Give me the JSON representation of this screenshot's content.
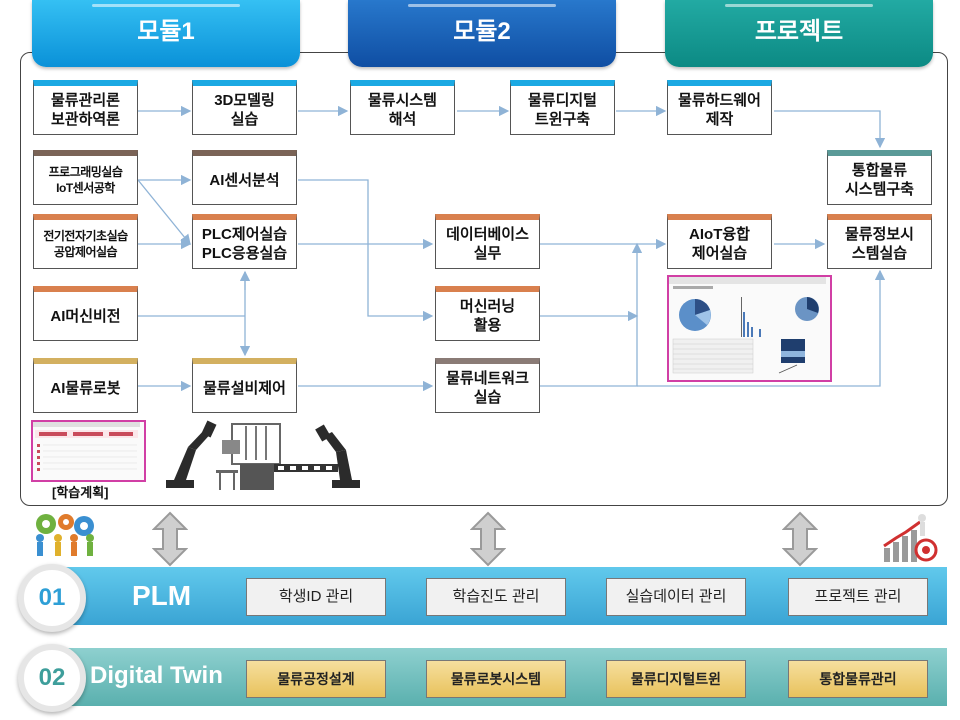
{
  "headers": {
    "module1": "모듈1",
    "module2": "모듈2",
    "project": "프로젝트"
  },
  "nodes": {
    "logistics_theory": "물류관리론\n보관하역론",
    "modeling_3d": "3D모델링\n실습",
    "logistics_system_analysis": "물류시스템\n해석",
    "logistics_digital_twin": "물류디지털\n트윈구축",
    "logistics_hardware": "물류하드웨어\n제작",
    "programming_iot": "프로그래밍실습\nIoT센서공학",
    "ai_sensor": "AI센서분석",
    "integrated_logistics": "통합물류\n시스템구축",
    "electric_control": "전기전자기초실습\n공압제어실습",
    "plc_control": "PLC제어실습\nPLC응용실습",
    "database": "데이터베이스\n실무",
    "aiot_fusion": "AIoT융합\n제어실습",
    "logistics_info": "물류정보시\n스템실습",
    "ai_vision": "AI머신비전",
    "machine_learning": "머신러닝\n활용",
    "ai_robot": "AI물류로봇",
    "logistics_equipment": "물류설비제어",
    "logistics_network": "물류네트워크\n실습"
  },
  "caption": "[학습계획]",
  "plm": {
    "number": "01",
    "title": "PLM",
    "items": [
      "학생ID 관리",
      "학습진도 관리",
      "실습데이터 관리",
      "프로젝트 관리"
    ]
  },
  "digital_twin": {
    "number": "02",
    "title": "Digital Twin",
    "items": [
      "물류공정설계",
      "물류로봇시스템",
      "물류디지털트윈",
      "통합물류관리"
    ]
  },
  "colors": {
    "module1": "#0a91d8",
    "module2": "#0f4ea3",
    "project": "#0c8a84",
    "plm_band": "#3aa4d4",
    "dt_band": "#5ab0ae",
    "screenshot_border": "#d13fa5"
  },
  "icons": [
    "team-gears-icon",
    "robot-arm-icon",
    "machine-icon",
    "conveyor-icon",
    "growth-target-icon",
    "double-arrow-icon"
  ]
}
